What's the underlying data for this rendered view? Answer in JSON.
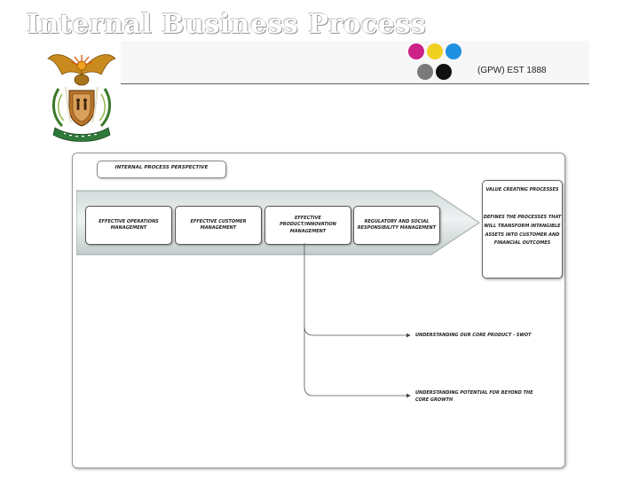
{
  "slide": {
    "title": "Internal Business Process"
  },
  "header": {
    "logo_text": "(GPW) EST 1888",
    "logo_dot_colors": [
      "#cc2288",
      "#f0d020",
      "#1e90e0",
      "#7a7a7a",
      "#111111"
    ]
  },
  "diagram": {
    "perspective_label": "INTERNAL PROCESS PERSPECTIVE",
    "processes": [
      {
        "label": "EFFECTIVE OPERATIONS MANAGEMENT"
      },
      {
        "label": "EFFECTIVE CUSTOMER MANAGEMENT"
      },
      {
        "label": "EFFECTIVE PRODUCT/INNOVATION MANAGEMENT"
      },
      {
        "label": "REGULATORY AND SOCIAL RESPONSIBILITY MANAGEMENT"
      }
    ],
    "value_box": {
      "title": "VALUE CREATING PROCESSES",
      "description": "DEFINES THE PROCESSES THAT WILL TRANSFORM INTANGIBLE ASSETS INTO CUSTOMER AND FINANCIAL OUTCOMES"
    },
    "branches": [
      {
        "label": "UNDERSTANDING OUR CORE PRODUCT - SWOT"
      },
      {
        "label": "UNDERSTANDING POTENTIAL FOR BEYOND THE CORE GROWTH"
      }
    ]
  }
}
